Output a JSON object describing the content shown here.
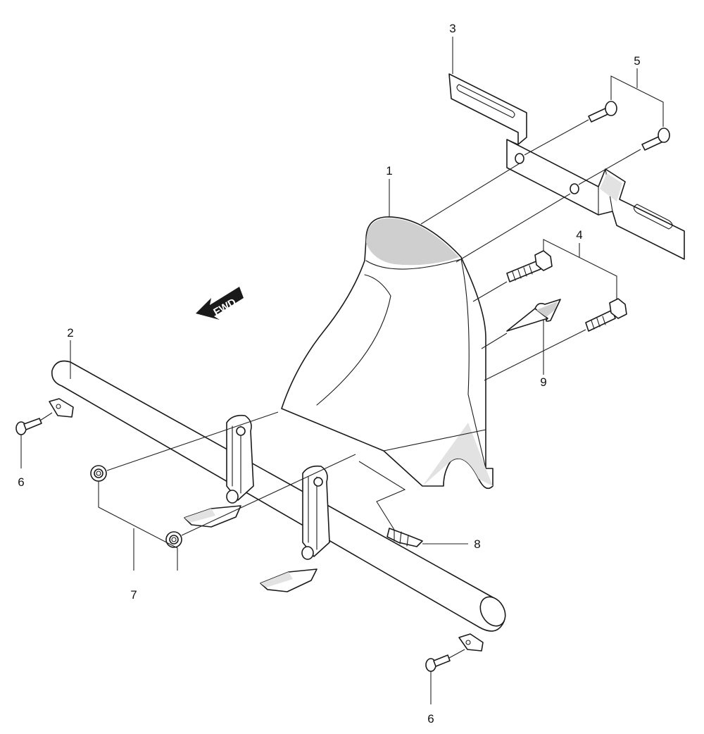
{
  "diagram": {
    "direction_label": "FWD",
    "callouts": {
      "bracket_body": "1",
      "cross_shaft": "2",
      "mounting_plate": "3",
      "hex_bolts": "4",
      "plate_screws": "5",
      "shaft_end_screw_left": "6",
      "shaft_end_screw_right": "6",
      "flange_nuts": "7",
      "clip": "8",
      "spike": "9"
    }
  }
}
